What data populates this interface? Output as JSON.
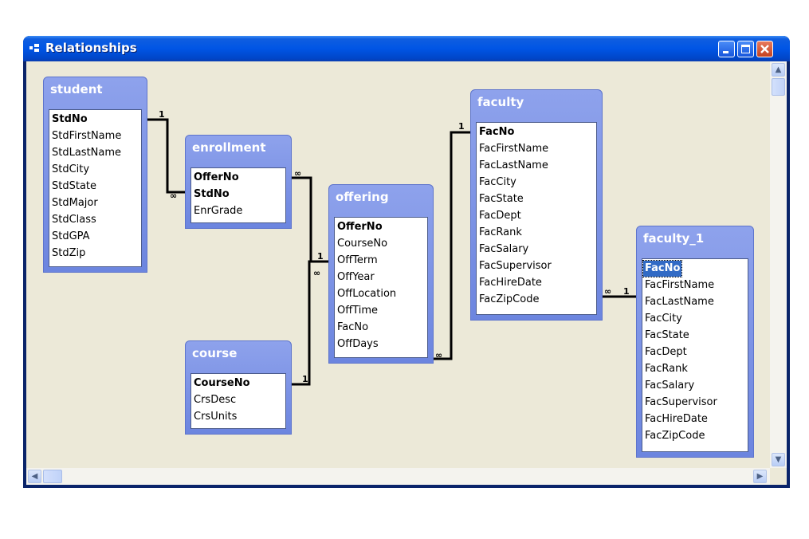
{
  "window": {
    "title": "Relationships",
    "controls": [
      "minimize-icon",
      "maximize-icon",
      "close-icon"
    ]
  },
  "tables": {
    "student": {
      "title": "student",
      "fields": [
        "StdNo",
        "StdFirstName",
        "StdLastName",
        "StdCity",
        "StdState",
        "StdMajor",
        "StdClass",
        "StdGPA",
        "StdZip"
      ],
      "key_fields": [
        "StdNo"
      ]
    },
    "enrollment": {
      "title": "enrollment",
      "fields": [
        "OfferNo",
        "StdNo",
        "EnrGrade"
      ],
      "key_fields": [
        "OfferNo",
        "StdNo"
      ]
    },
    "offering": {
      "title": "offering",
      "fields": [
        "OfferNo",
        "CourseNo",
        "OffTerm",
        "OffYear",
        "OffLocation",
        "OffTime",
        "FacNo",
        "OffDays"
      ],
      "key_fields": [
        "OfferNo"
      ]
    },
    "course": {
      "title": "course",
      "fields": [
        "CourseNo",
        "CrsDesc",
        "CrsUnits"
      ],
      "key_fields": [
        "CourseNo"
      ]
    },
    "faculty": {
      "title": "faculty",
      "fields": [
        "FacNo",
        "FacFirstName",
        "FacLastName",
        "FacCity",
        "FacState",
        "FacDept",
        "FacRank",
        "FacSalary",
        "FacSupervisor",
        "FacHireDate",
        "FacZipCode"
      ],
      "key_fields": [
        "FacNo"
      ]
    },
    "faculty_1": {
      "title": "faculty_1",
      "fields": [
        "FacNo",
        "FacFirstName",
        "FacLastName",
        "FacCity",
        "FacState",
        "FacDept",
        "FacRank",
        "FacSalary",
        "FacSupervisor",
        "FacHireDate",
        "FacZipCode"
      ],
      "key_fields": [
        "FacNo"
      ],
      "selected_field": "FacNo"
    }
  },
  "relationships": [
    {
      "from": "student",
      "to": "enrollment",
      "one_label": "1",
      "many_label": "∞"
    },
    {
      "from": "enrollment",
      "to": "offering",
      "one_label": "1",
      "many_label": "∞"
    },
    {
      "from": "course",
      "to": "offering",
      "one_label": "1",
      "many_label": "∞"
    },
    {
      "from": "faculty",
      "to": "offering",
      "one_label": "1",
      "many_label": "∞"
    },
    {
      "from": "faculty",
      "to": "faculty_1",
      "one_label": "1",
      "many_label": "∞"
    }
  ],
  "colors": {
    "title_bar": "#0055e5",
    "table_header": "#7d93e6",
    "selection": "#316ac5",
    "canvas": "#ece9d8"
  }
}
